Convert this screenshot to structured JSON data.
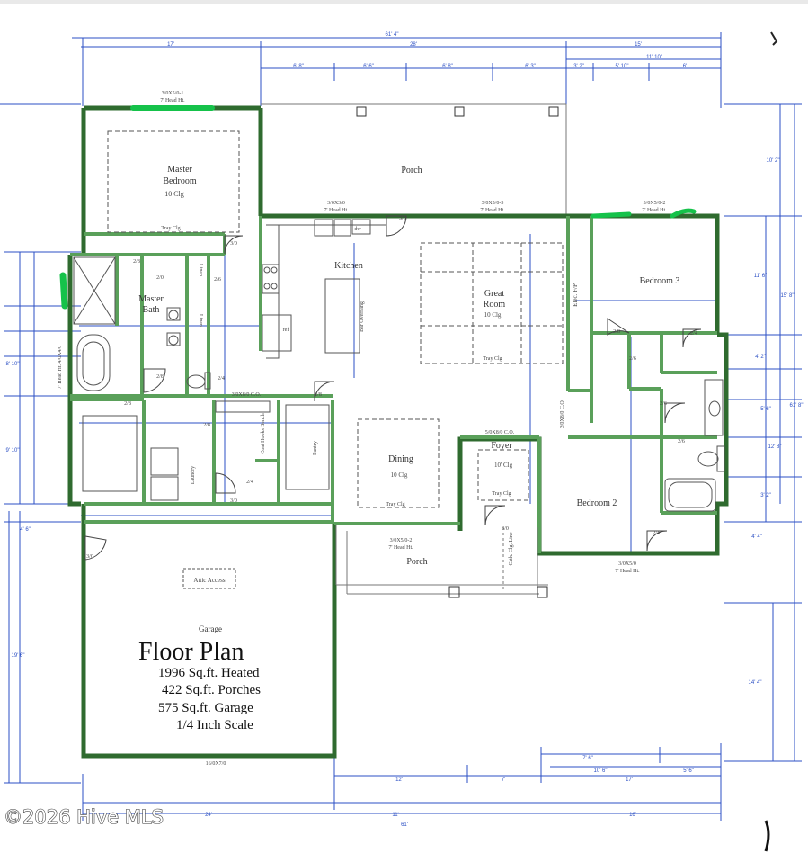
{
  "rooms": {
    "master_bedroom": [
      "Master",
      "Bedroom",
      "10 Clg"
    ],
    "master_tray": "Tray Clg",
    "porch_rear": "Porch",
    "kitchen": "Kitchen",
    "great_room": [
      "Great",
      "Room",
      "10 Clg"
    ],
    "great_tray": "Tray Clg",
    "bedroom3": "Bedroom 3",
    "master_bath": [
      "Master",
      "Bath"
    ],
    "linen1": "Linen",
    "linen2": "Linen",
    "dining": [
      "Dining",
      "10 Clg"
    ],
    "dining_tray": "Tray Clg",
    "foyer": "Foyer",
    "foyer_clg": "10' Clg",
    "foyer_tray": "Tray Clg",
    "bedroom2": "Bedroom 2",
    "porch_front": "Porch",
    "pantry": "Pantry",
    "laundry": "Laundry",
    "coat": "Coat Hooks Bench",
    "garage": "Garage",
    "attic": "Attic Access",
    "cath": "Cath. Clg. Line",
    "bar": "Bar Overhang",
    "elec": "Elec. F/P",
    "ref": "ref",
    "dw": "dw"
  },
  "windows": {
    "w_master": "3/0X5/0-1",
    "w_master_h": "7' Head Ht.",
    "w_kitchen": "3/0X3/0",
    "w_kitchen_h": "7' Head Ht.",
    "w_great": "3/0X5/0-3",
    "w_great_h": "7' Head Ht.",
    "w_bed3": "3/0X5/0-2",
    "w_bed3_h": "7' Head Ht.",
    "w_front": "3/0X5/0-2",
    "w_front_h": "7' Head Ht.",
    "w_bed2": "3/0X5/0",
    "w_bed2_h": "7' Head Ht.",
    "d_pantry_co": "3/0X8/0 C.O.",
    "d_foyer_co": "5/0X8/0 C.O.",
    "d_great_co": "3/0X8/0 C.O.",
    "d_garage": "16/0X7/0",
    "w_bath_h": "7' Head Ht. 4/0X4/0"
  },
  "doors": [
    "3/0",
    "3/0",
    "2/0",
    "2/6",
    "2/8",
    "2/8",
    "2/8",
    "2/8",
    "3/0",
    "2/4",
    "2/8",
    "3/0",
    "2/6",
    "2/4",
    "2/4",
    "2/8",
    "2/6",
    "2/6",
    "2/4",
    "3/0"
  ],
  "dims": {
    "top_total": "61' 4\"",
    "top_17": "17'",
    "top_28": "28'",
    "top_15": "15'",
    "top_11_10": "11' 10\"",
    "top_6_8": "6' 8\"",
    "top_6_6": "6' 6\"",
    "top_6_8b": "6' 8\"",
    "top_6_3": "6' 3\"",
    "top_3_2": "3' 2\"",
    "top_5_10": "5' 10\"",
    "top_6": "6'",
    "bot_12": "12'",
    "bot_7": "7'",
    "bot_17": "17'",
    "bot_7_6": "7' 6\"",
    "bot_10_6": "10' 6\"",
    "bot_5_6": "5' 6\"",
    "bot_24": "24'",
    "bot_11": "11'",
    "bot_16": "16'",
    "bot_61": "61'",
    "left_19_6": "19' 6\"",
    "left_9_10": "9' 10\"",
    "left_8_10": "8' 10\"",
    "left_4_6": "4' 6\"",
    "right_10_2": "10' 2\"",
    "right_15_8": "15' 8\"",
    "right_11_6": "11' 6\"",
    "right_61_8": "61' 8\"",
    "right_12_8": "12' 8\"",
    "right_14_4": "14' 4\"",
    "right_4_2": "4' 2\"",
    "right_5_6": "5' 6\"",
    "right_4_4": "4' 4\"",
    "right_3_2": "3' 2\""
  },
  "legend": {
    "title": "Floor Plan",
    "heated": "1996 Sq.ft. Heated",
    "porches": "422 Sq.ft. Porches",
    "garage": "575 Sq.ft. Garage",
    "scale": "1/4 Inch Scale"
  },
  "watermark": "©2026 Hive MLS",
  "colors": {
    "wall": "#4f9a4f",
    "wall_dark": "#2f6b2f",
    "dim_line": "#2b4fc4",
    "highlight": "#15c24a"
  }
}
